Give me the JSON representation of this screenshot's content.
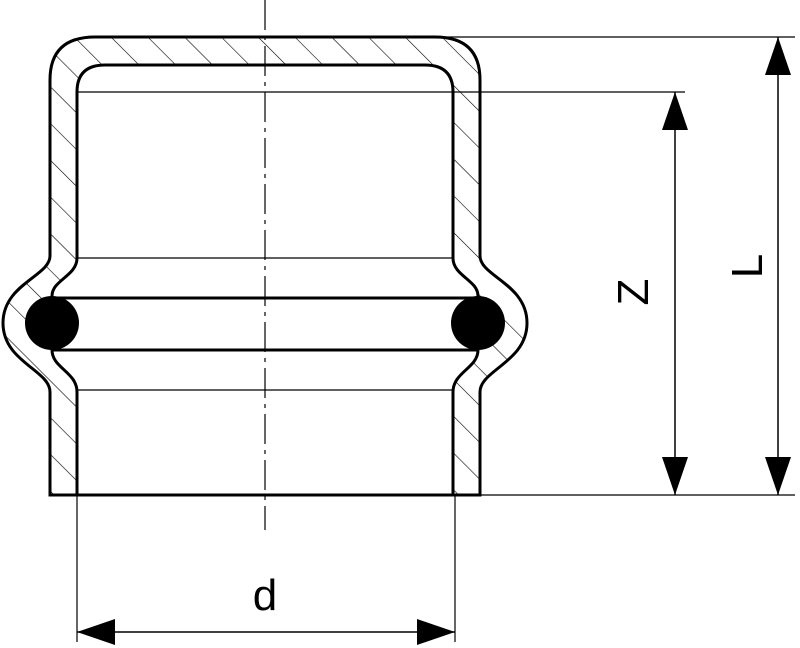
{
  "labels": {
    "d": "d",
    "z": "Z",
    "l": "L"
  },
  "colors": {
    "line": "#000000",
    "background": "#ffffff"
  }
}
